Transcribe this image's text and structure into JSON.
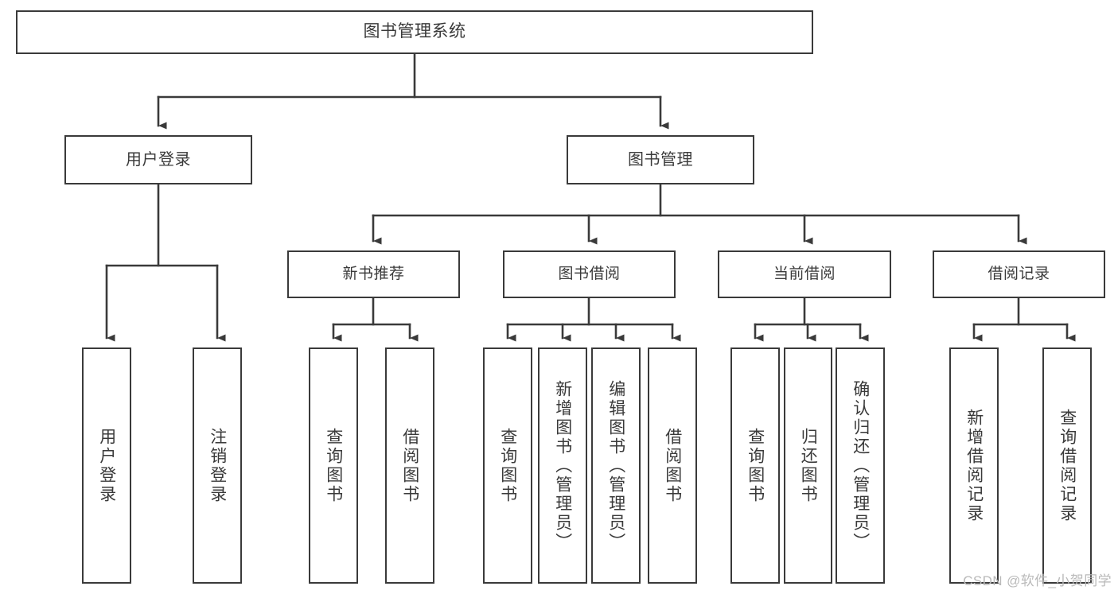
{
  "diagram": {
    "title": "图书管理系统",
    "type": "hierarchy-tree",
    "stroke_color": "#3a3a3a",
    "fill_color": "#ffffff",
    "background_color": "#ffffff",
    "watermark": "CSDN @软件_小贺同学",
    "root": {
      "label": "图书管理系统"
    },
    "level1": [
      {
        "label": "用户登录"
      },
      {
        "label": "图书管理"
      }
    ],
    "level2": [
      {
        "label": "新书推荐"
      },
      {
        "label": "图书借阅"
      },
      {
        "label": "当前借阅"
      },
      {
        "label": "借阅记录"
      }
    ],
    "leaves": {
      "user_login": [
        {
          "label": "用户登录"
        },
        {
          "label": "注销登录"
        }
      ],
      "new_book_recommend": [
        {
          "label": "查询图书"
        },
        {
          "label": "借阅图书"
        }
      ],
      "book_borrow": [
        {
          "label": "查询图书"
        },
        {
          "label": "新增图书（管理员）"
        },
        {
          "label": "编辑图书（管理员）"
        },
        {
          "label": "借阅图书"
        }
      ],
      "current_borrow": [
        {
          "label": "查询图书"
        },
        {
          "label": "归还图书"
        },
        {
          "label": "确认归还（管理员）"
        }
      ],
      "borrow_record": [
        {
          "label": "新增借阅记录"
        },
        {
          "label": "查询借阅记录"
        }
      ]
    }
  }
}
